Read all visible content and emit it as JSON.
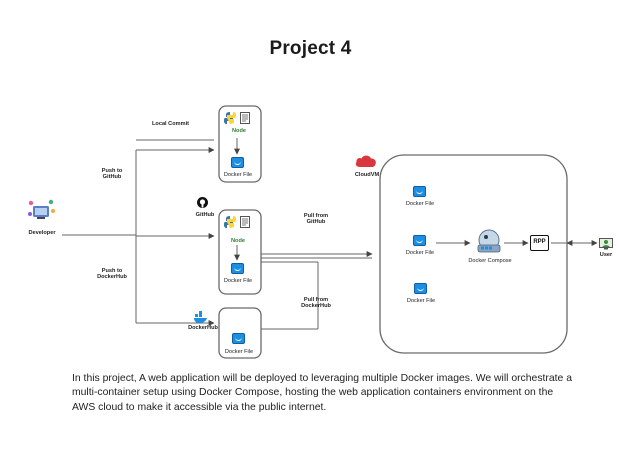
{
  "title": "Project 4",
  "description": "In this project, A web application will be deployed to leveraging multiple Docker images. We will orchestrate a multi-container setup using Docker Compose, hosting the web application containers environment on the AWS cloud to make it accessible via the public internet.",
  "nodes": {
    "developer": "Developer",
    "node_label": "Node",
    "docker_file": "Docker File",
    "github": "GitHub",
    "dockerhub": "DockerHub",
    "cloudvm": "CloudVM",
    "docker_compose": "Docker Compose",
    "rpp": "RPP",
    "user": "User"
  },
  "edges": {
    "local_commit": "Local Commit",
    "push_github": "Push to GitHub",
    "push_dockerhub": "Push to DockerHub",
    "pull_github": "Pull from GitHub",
    "pull_dockerhub": "Pull from DockerHub"
  },
  "colors": {
    "docker": "#1d8fe2",
    "cloud": "#d9363e",
    "python": "#3776ab",
    "python_accent": "#ffd43b"
  }
}
